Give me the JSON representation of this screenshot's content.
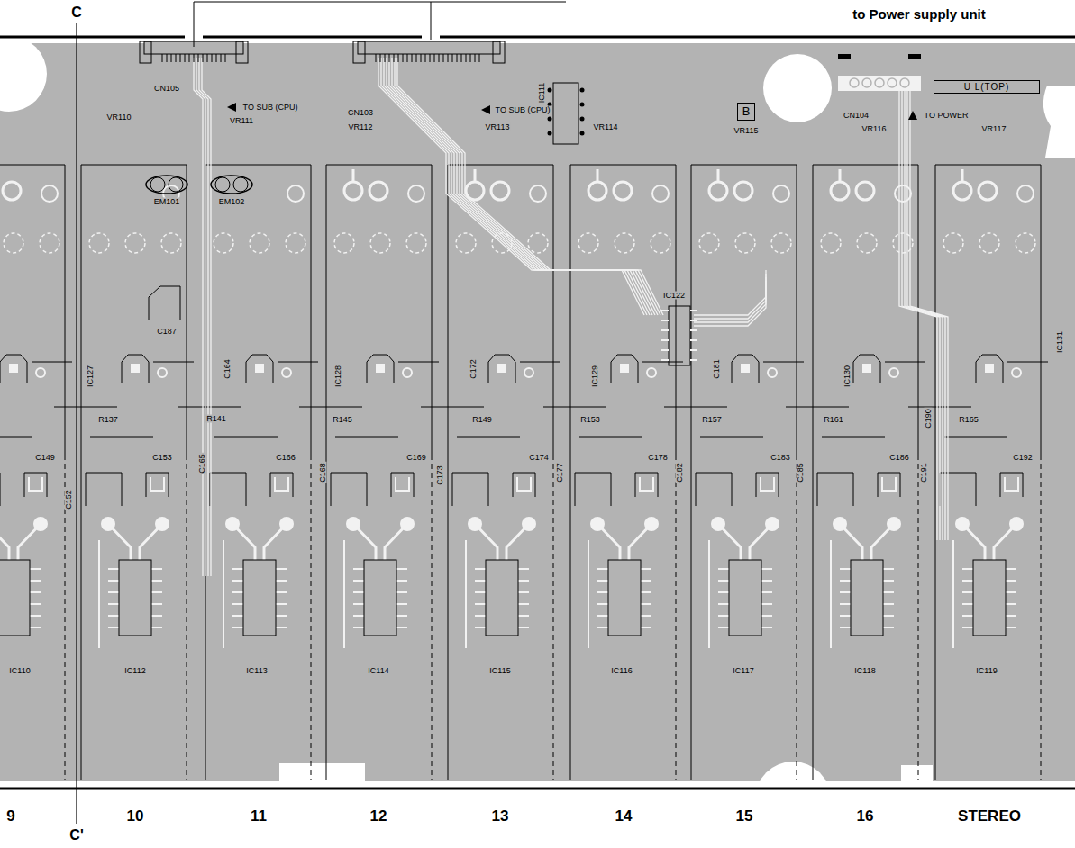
{
  "diagram": {
    "nodes": [
      {
        "text": [
          "B"
        ]
      },
      {
        "text": [
          "U L(TOP)"
        ]
      }
    ],
    "labels": [
      "to Power supply unit",
      "C",
      "C'",
      "CN105",
      "TO SUB (CPU)",
      "VR110",
      "VR111",
      "CN103",
      "TO SUB (CPU)",
      "VR112",
      "VR113",
      "IC111",
      "VR114",
      "VR115",
      "CN104",
      "TO POWER",
      "VR116",
      "VR117",
      "EM101",
      "EM102",
      "C187",
      "IC127",
      "C164",
      "IC128",
      "C172",
      "IC129",
      "IC122",
      "C181",
      "IC130",
      "C190",
      "IC131",
      "R137",
      "R141",
      "R145",
      "R149",
      "R153",
      "R157",
      "R161",
      "R165",
      "C149",
      "C153",
      "C165",
      "C166",
      "C168",
      "C169",
      "C173",
      "C174",
      "C177",
      "C178",
      "C182",
      "C183",
      "C185",
      "C186",
      "C191",
      "C192",
      "C152",
      "IC110",
      "IC112",
      "IC113",
      "IC114",
      "IC115",
      "IC116",
      "IC117",
      "IC118",
      "IC119",
      "9",
      "10",
      "11",
      "12",
      "13",
      "14",
      "15",
      "16",
      "STEREO"
    ]
  }
}
